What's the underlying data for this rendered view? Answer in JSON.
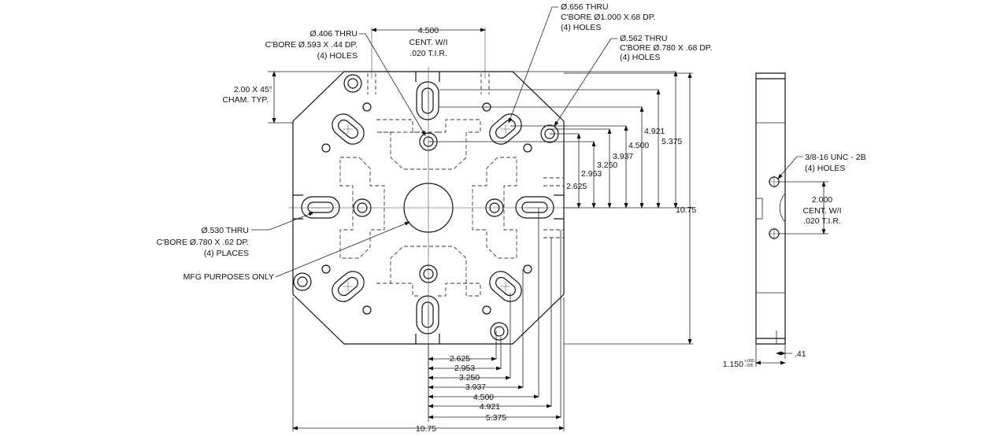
{
  "notes": {
    "hole_406_l1": "Ø.406 THRU",
    "hole_406_l2": "C'BORE Ø.593 X .44 DP.",
    "hole_406_l3": "(4) HOLES",
    "cent_450_l1": "4.500",
    "cent_450_l2": "CENT. W/I",
    "cent_450_l3": ".020 T.I.R.",
    "hole_656_l1": "Ø.656 THRU",
    "hole_656_l2": "C'BORE Ø1.000 X.68 DP.",
    "hole_656_l3": "(4) HOLES",
    "hole_562_l1": "Ø.562 THRU",
    "hole_562_l2": "C'BORE Ø.780 X .68 DP.",
    "hole_562_l3": "(4) HOLES",
    "cham_l1": "2.00 X 45°",
    "cham_l2": "CHAM. TYP.",
    "hole_530_l1": "Ø.530 THRU",
    "hole_530_l2": "C'BORE  Ø.780 X  .62 DP.",
    "hole_530_l3": "(4) PLACES",
    "mfg": "MFG PURPOSES ONLY",
    "tap_l1": "3/8-16 UNC - 2B",
    "tap_l2": "(4) HOLES",
    "cent_200_l1": "2.000",
    "cent_200_l2": "CENT. W/I",
    "cent_200_l3": ".020 T.I.R."
  },
  "vertical_dims": {
    "d2625": "2.625",
    "d2953": "2.953",
    "d3250": "3.250",
    "d3937": "3.937",
    "d4500": "4.500",
    "d4921": "4.921",
    "d5375": "5.375",
    "d1075": "10.75"
  },
  "horizontal_dims": {
    "d2625": "2.625",
    "d2953": "2.953",
    "d3250": "3.250",
    "d3937": "3.937",
    "d4500": "4.500",
    "d4921": "4.921",
    "d5375": "5.375",
    "d1075": "10.75"
  },
  "side_view": {
    "thickness": "1.150",
    "tol_top": "+.000",
    "tol_bot": "-.005",
    "step": ".41"
  }
}
